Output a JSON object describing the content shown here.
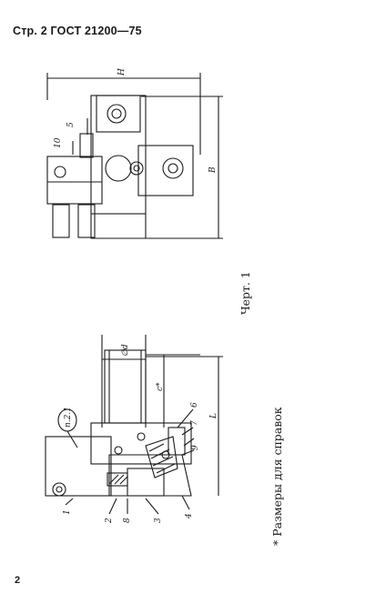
{
  "header": {
    "text": "Стр. 2 ГОСТ 21200—75"
  },
  "figure": {
    "caption": "Черт. 1",
    "top_view_labels": {
      "H": "H",
      "B": "B",
      "part5": "5",
      "part10": "10"
    },
    "side_view_labels": {
      "d": "∅d",
      "c": "c*",
      "L": "L",
      "p1": "1",
      "p2": "2",
      "p3": "3",
      "p4": "4",
      "p6": "6",
      "p7": "7",
      "p8": "8",
      "p9": "9",
      "callout": "п.2.1"
    }
  },
  "footnote": {
    "text": "* Размеры для справок"
  },
  "page_number": "2"
}
